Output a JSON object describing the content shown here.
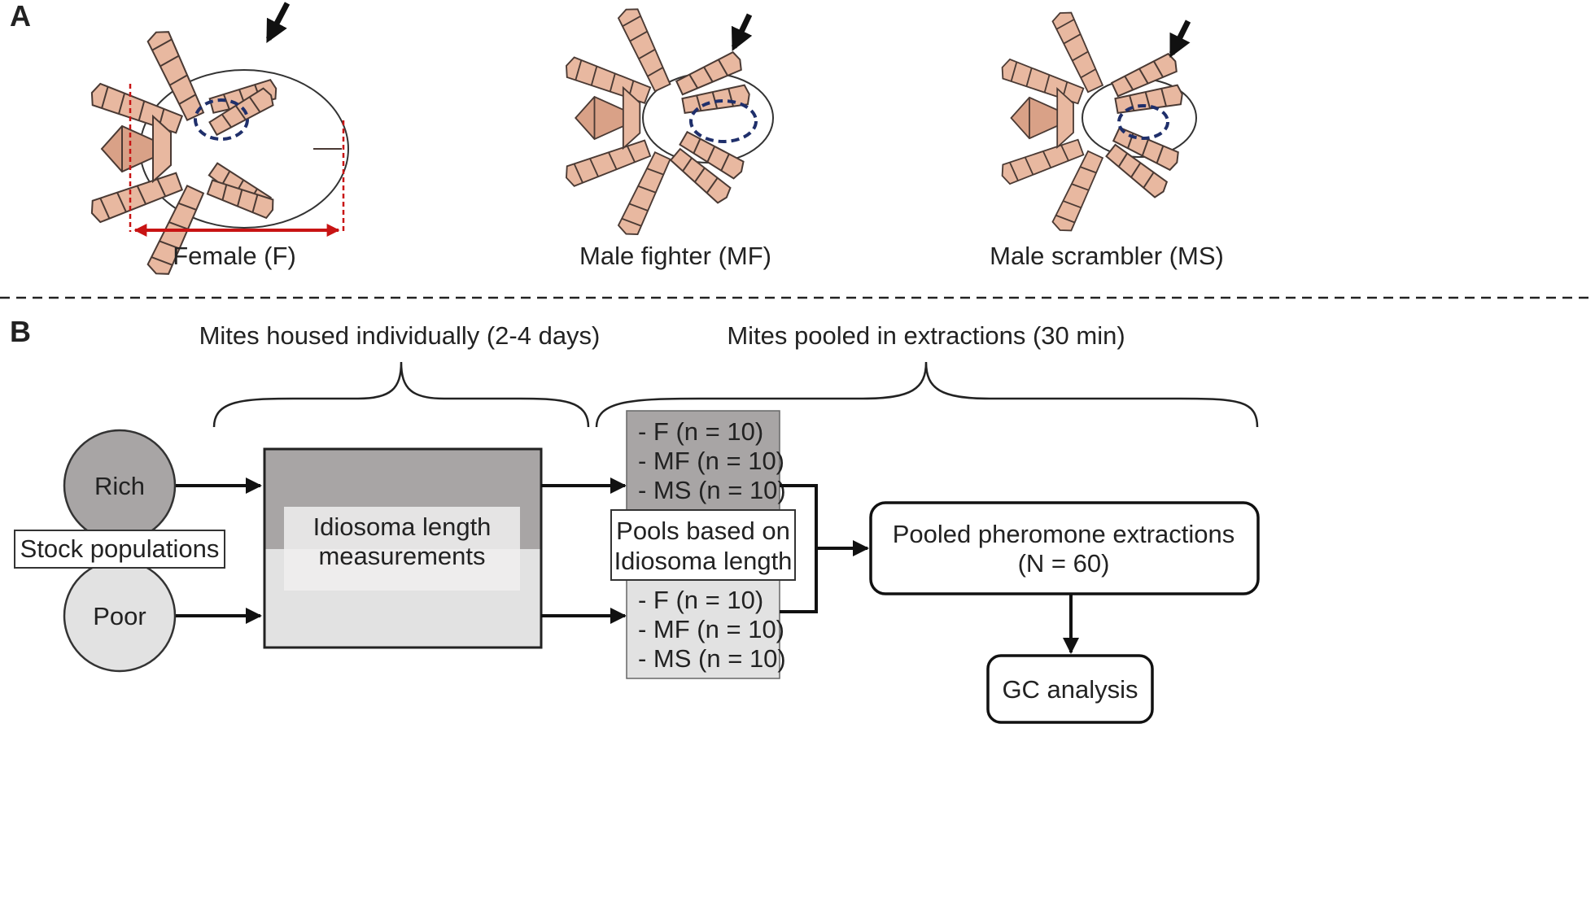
{
  "panels": {
    "a": {
      "letter": "A",
      "mites": [
        {
          "caption": "Female (F)"
        },
        {
          "caption": "Male fighter (MF)"
        },
        {
          "caption": "Male scrambler (MS)"
        }
      ]
    },
    "b": {
      "letter": "B",
      "brace_left_label": "Mites housed individually (2-4 days)",
      "brace_right_label": "Mites pooled in extractions (30 min)",
      "rich": "Rich",
      "poor": "Poor",
      "stock": "Stock populations",
      "measure_line1": "Idiosoma length",
      "measure_line2": "measurements",
      "pool_top": [
        "- F (n = 10)",
        "- MF (n = 10)",
        "- MS (n = 10)"
      ],
      "pool_bottom": [
        "- F (n = 10)",
        "- MF (n = 10)",
        "- MS (n = 10)"
      ],
      "pools_line1": "Pools based on",
      "pools_line2": "Idiosoma length",
      "extraction_line1": "Pooled pheromone extractions",
      "extraction_line2": "(N = 60)",
      "gc": "GC analysis"
    }
  },
  "colors": {
    "rich_fill": "#a8a5a5",
    "poor_fill": "#e2e2e2",
    "measurement_red": "#c81414",
    "mite_leg": "#e8b8a0",
    "outline_blue": "#1f2f6b"
  }
}
